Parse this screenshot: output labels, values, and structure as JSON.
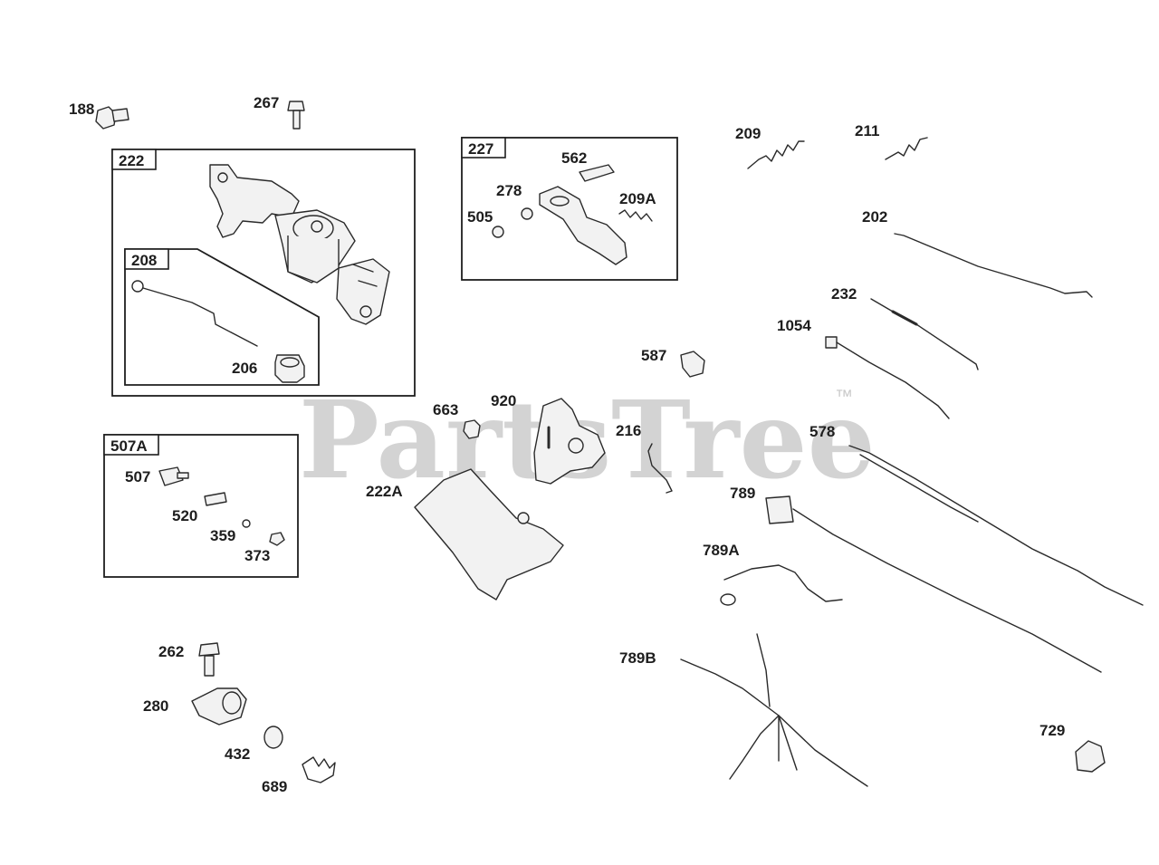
{
  "watermark": {
    "text": "PartsTree",
    "trademark": "™"
  },
  "boxes": [
    {
      "id": "box-222",
      "tag": "222"
    },
    {
      "id": "box-208",
      "tag": "208"
    },
    {
      "id": "box-227",
      "tag": "227"
    },
    {
      "id": "box-507A",
      "tag": "507A"
    }
  ],
  "callouts": [
    "188",
    "267",
    "206",
    "562",
    "278",
    "505",
    "209A",
    "209",
    "211",
    "202",
    "232",
    "1054",
    "587",
    "663",
    "920",
    "216",
    "578",
    "222A",
    "789",
    "789A",
    "789B",
    "507",
    "520",
    "359",
    "373",
    "262",
    "280",
    "432",
    "689",
    "729"
  ]
}
